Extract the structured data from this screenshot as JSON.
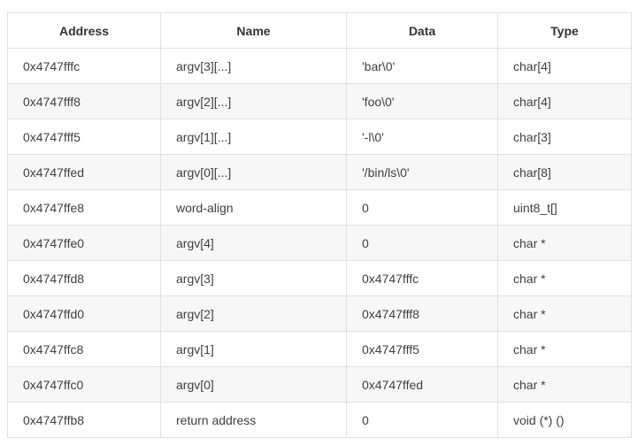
{
  "table": {
    "columns": [
      "Address",
      "Name",
      "Data",
      "Type"
    ],
    "rows": [
      [
        "0x4747fffc",
        "argv[3][...]",
        "'bar\\0'",
        "char[4]"
      ],
      [
        "0x4747fff8",
        "argv[2][...]",
        "'foo\\0'",
        "char[4]"
      ],
      [
        "0x4747fff5",
        "argv[1][...]",
        "'-l\\0'",
        "char[3]"
      ],
      [
        "0x4747ffed",
        "argv[0][...]",
        "'/bin/ls\\0'",
        "char[8]"
      ],
      [
        "0x4747ffe8",
        "word-align",
        "0",
        "uint8_t[]"
      ],
      [
        "0x4747ffe0",
        "argv[4]",
        "0",
        "char *"
      ],
      [
        "0x4747ffd8",
        "argv[3]",
        "0x4747fffc",
        "char *"
      ],
      [
        "0x4747ffd0",
        "argv[2]",
        "0x4747fff8",
        "char *"
      ],
      [
        "0x4747ffc8",
        "argv[1]",
        "0x4747fff5",
        "char *"
      ],
      [
        "0x4747ffc0",
        "argv[0]",
        "0x4747ffed",
        "char *"
      ],
      [
        "0x4747ffb8",
        "return address",
        "0",
        "void (*) ()"
      ]
    ]
  },
  "colors": {
    "border": "#e1e1e1",
    "stripe_row_background": "#f7f7f7",
    "header_text": "#333333",
    "cell_text": "#3f3f3f",
    "page_background": "#ffffff"
  }
}
